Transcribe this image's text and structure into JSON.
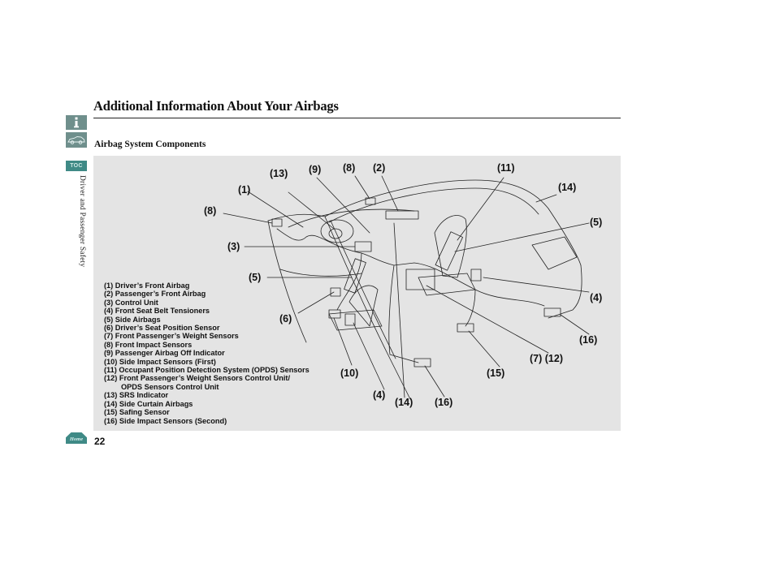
{
  "header": {
    "title": "Additional Information About Your Airbags",
    "section_title": "Airbag System Components"
  },
  "sidebar": {
    "info_icon": "info-icon",
    "car_icon": "car-icon",
    "toc_label": "TOC",
    "vertical_label": "Driver and Passenger Safety"
  },
  "diagram": {
    "callouts": [
      "(13)",
      "(9)",
      "(8)",
      "(2)",
      "(11)",
      "(1)",
      "(14)",
      "(8)",
      "(5)",
      "(3)",
      "(5)",
      "(4)",
      "(6)",
      "(16)",
      "(7) (12)",
      "(10)",
      "(15)",
      "(4)",
      "(14)",
      "(16)"
    ],
    "legend": [
      "(1) Driver’s Front Airbag",
      "(2) Passenger’s Front Airbag",
      "(3) Control Unit",
      "(4) Front Seat Belt Tensioners",
      "(5) Side Airbags",
      "(6) Driver’s Seat Position Sensor",
      "(7) Front Passenger’s Weight Sensors",
      "(8) Front Impact Sensors",
      "(9) Passenger Airbag Off Indicator",
      "(10) Side Impact Sensors (First)",
      "(11) Occupant Position Detection System (OPDS) Sensors",
      "(12) Front Passenger’s Weight Sensors Control Unit/",
      "OPDS Sensors Control Unit",
      "(13) SRS Indicator",
      "(14) Side Curtain Airbags",
      "(15) Safing Sensor",
      "(16) Side Impact Sensors (Second)"
    ]
  },
  "footer": {
    "home_label": "Home",
    "page_number": "22"
  }
}
